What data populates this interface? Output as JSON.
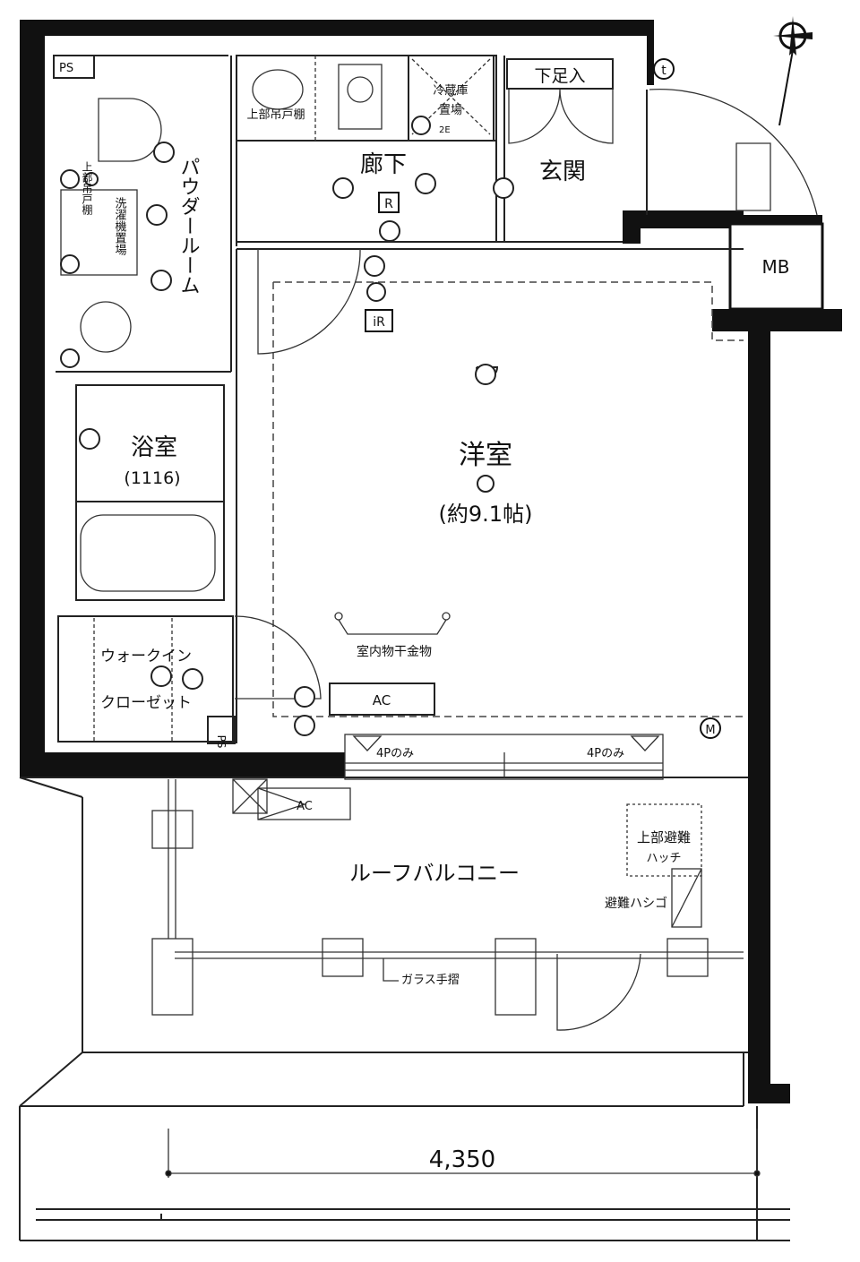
{
  "plan": {
    "labels": {
      "ps_top": "PS",
      "upper_cabinet": "上部吊戸棚",
      "fridge_space_1": "冷蔵庫",
      "fridge_space_2": "置場",
      "shoe_cabinet": "下足入",
      "corridor": "廊下",
      "entrance": "玄関",
      "powder_room": "パウダールーム",
      "washer_space": "洗濯機置場",
      "upper_shelf": "上部吊戸棚",
      "bathroom": "浴室",
      "bathroom_size": "(1116)",
      "western_room": "洋室",
      "western_room_size": "(約9.1帖)",
      "indoor_drying": "室内物干金物",
      "ac_indoor": "AC",
      "walkin_closet_1": "ウォークイン",
      "walkin_closet_2": "クローゼット",
      "ps_bottom": "PS",
      "sash_note_left": "4Pのみ",
      "sash_note_right": "4Pのみ",
      "meter_box": "MB",
      "ac_outdoor": "AC",
      "roof_balcony": "ルーフバルコニー",
      "escape_hatch_1": "上部避難",
      "escape_hatch_2": "ハッチ",
      "escape_ladder": "避難ハシゴ",
      "glass_handrail": "ガラス手摺",
      "dimension": "4,350"
    },
    "symbols": {
      "remote": "R",
      "ir_remote": "iR",
      "meter": "M",
      "phone": "t",
      "outlet_2e": "2E"
    },
    "icons": [
      "compass-icon",
      "light-icon",
      "outlet-icon",
      "door-swing-icon"
    ]
  }
}
